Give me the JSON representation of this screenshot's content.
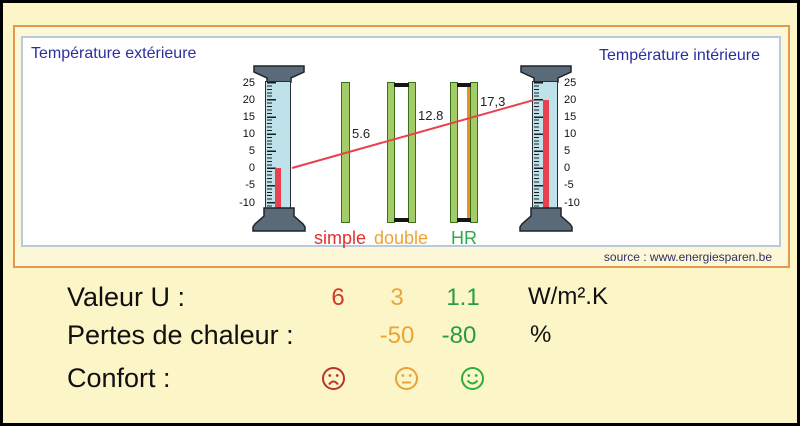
{
  "frame": {
    "title_left": "Température extérieure",
    "title_right": "Température intérieure",
    "source": "source : www.energiesparen.be"
  },
  "thermometers": {
    "left": {
      "scale": [
        "25",
        "20",
        "15",
        "10",
        "5",
        "0",
        "-5",
        "-10"
      ],
      "reading": "0"
    },
    "right": {
      "scale": [
        "25",
        "20",
        "15",
        "10",
        "5",
        "0",
        "-5",
        "-10"
      ],
      "reading": "20"
    }
  },
  "glazing": {
    "items": [
      {
        "label": "simple",
        "surface_temp": "5.6"
      },
      {
        "label": "double",
        "surface_temp": "12.8"
      },
      {
        "label": "HR",
        "surface_temp": "17,3"
      }
    ]
  },
  "table": {
    "rows": [
      {
        "label": "Valeur U :",
        "values": [
          "6",
          "3",
          "1.1"
        ],
        "unit": "W/m².K"
      },
      {
        "label": "Pertes de chaleur :",
        "values": [
          "",
          "-50",
          "-80"
        ],
        "unit": "%"
      },
      {
        "label": "Confort :",
        "faces": [
          "sad",
          "neutral",
          "happy"
        ],
        "unit": ""
      }
    ]
  },
  "colors": {
    "simple": "#e0312e",
    "double": "#efa233",
    "hr": "#2cab49",
    "heat_line": "#e8404f",
    "mercury": "#e8404f",
    "glass": "#a4cb66",
    "background": "#fbf5c8",
    "frame_border": "#e39a4d",
    "panel_border": "#b7cbdd",
    "title_text": "#2b2f9e"
  }
}
